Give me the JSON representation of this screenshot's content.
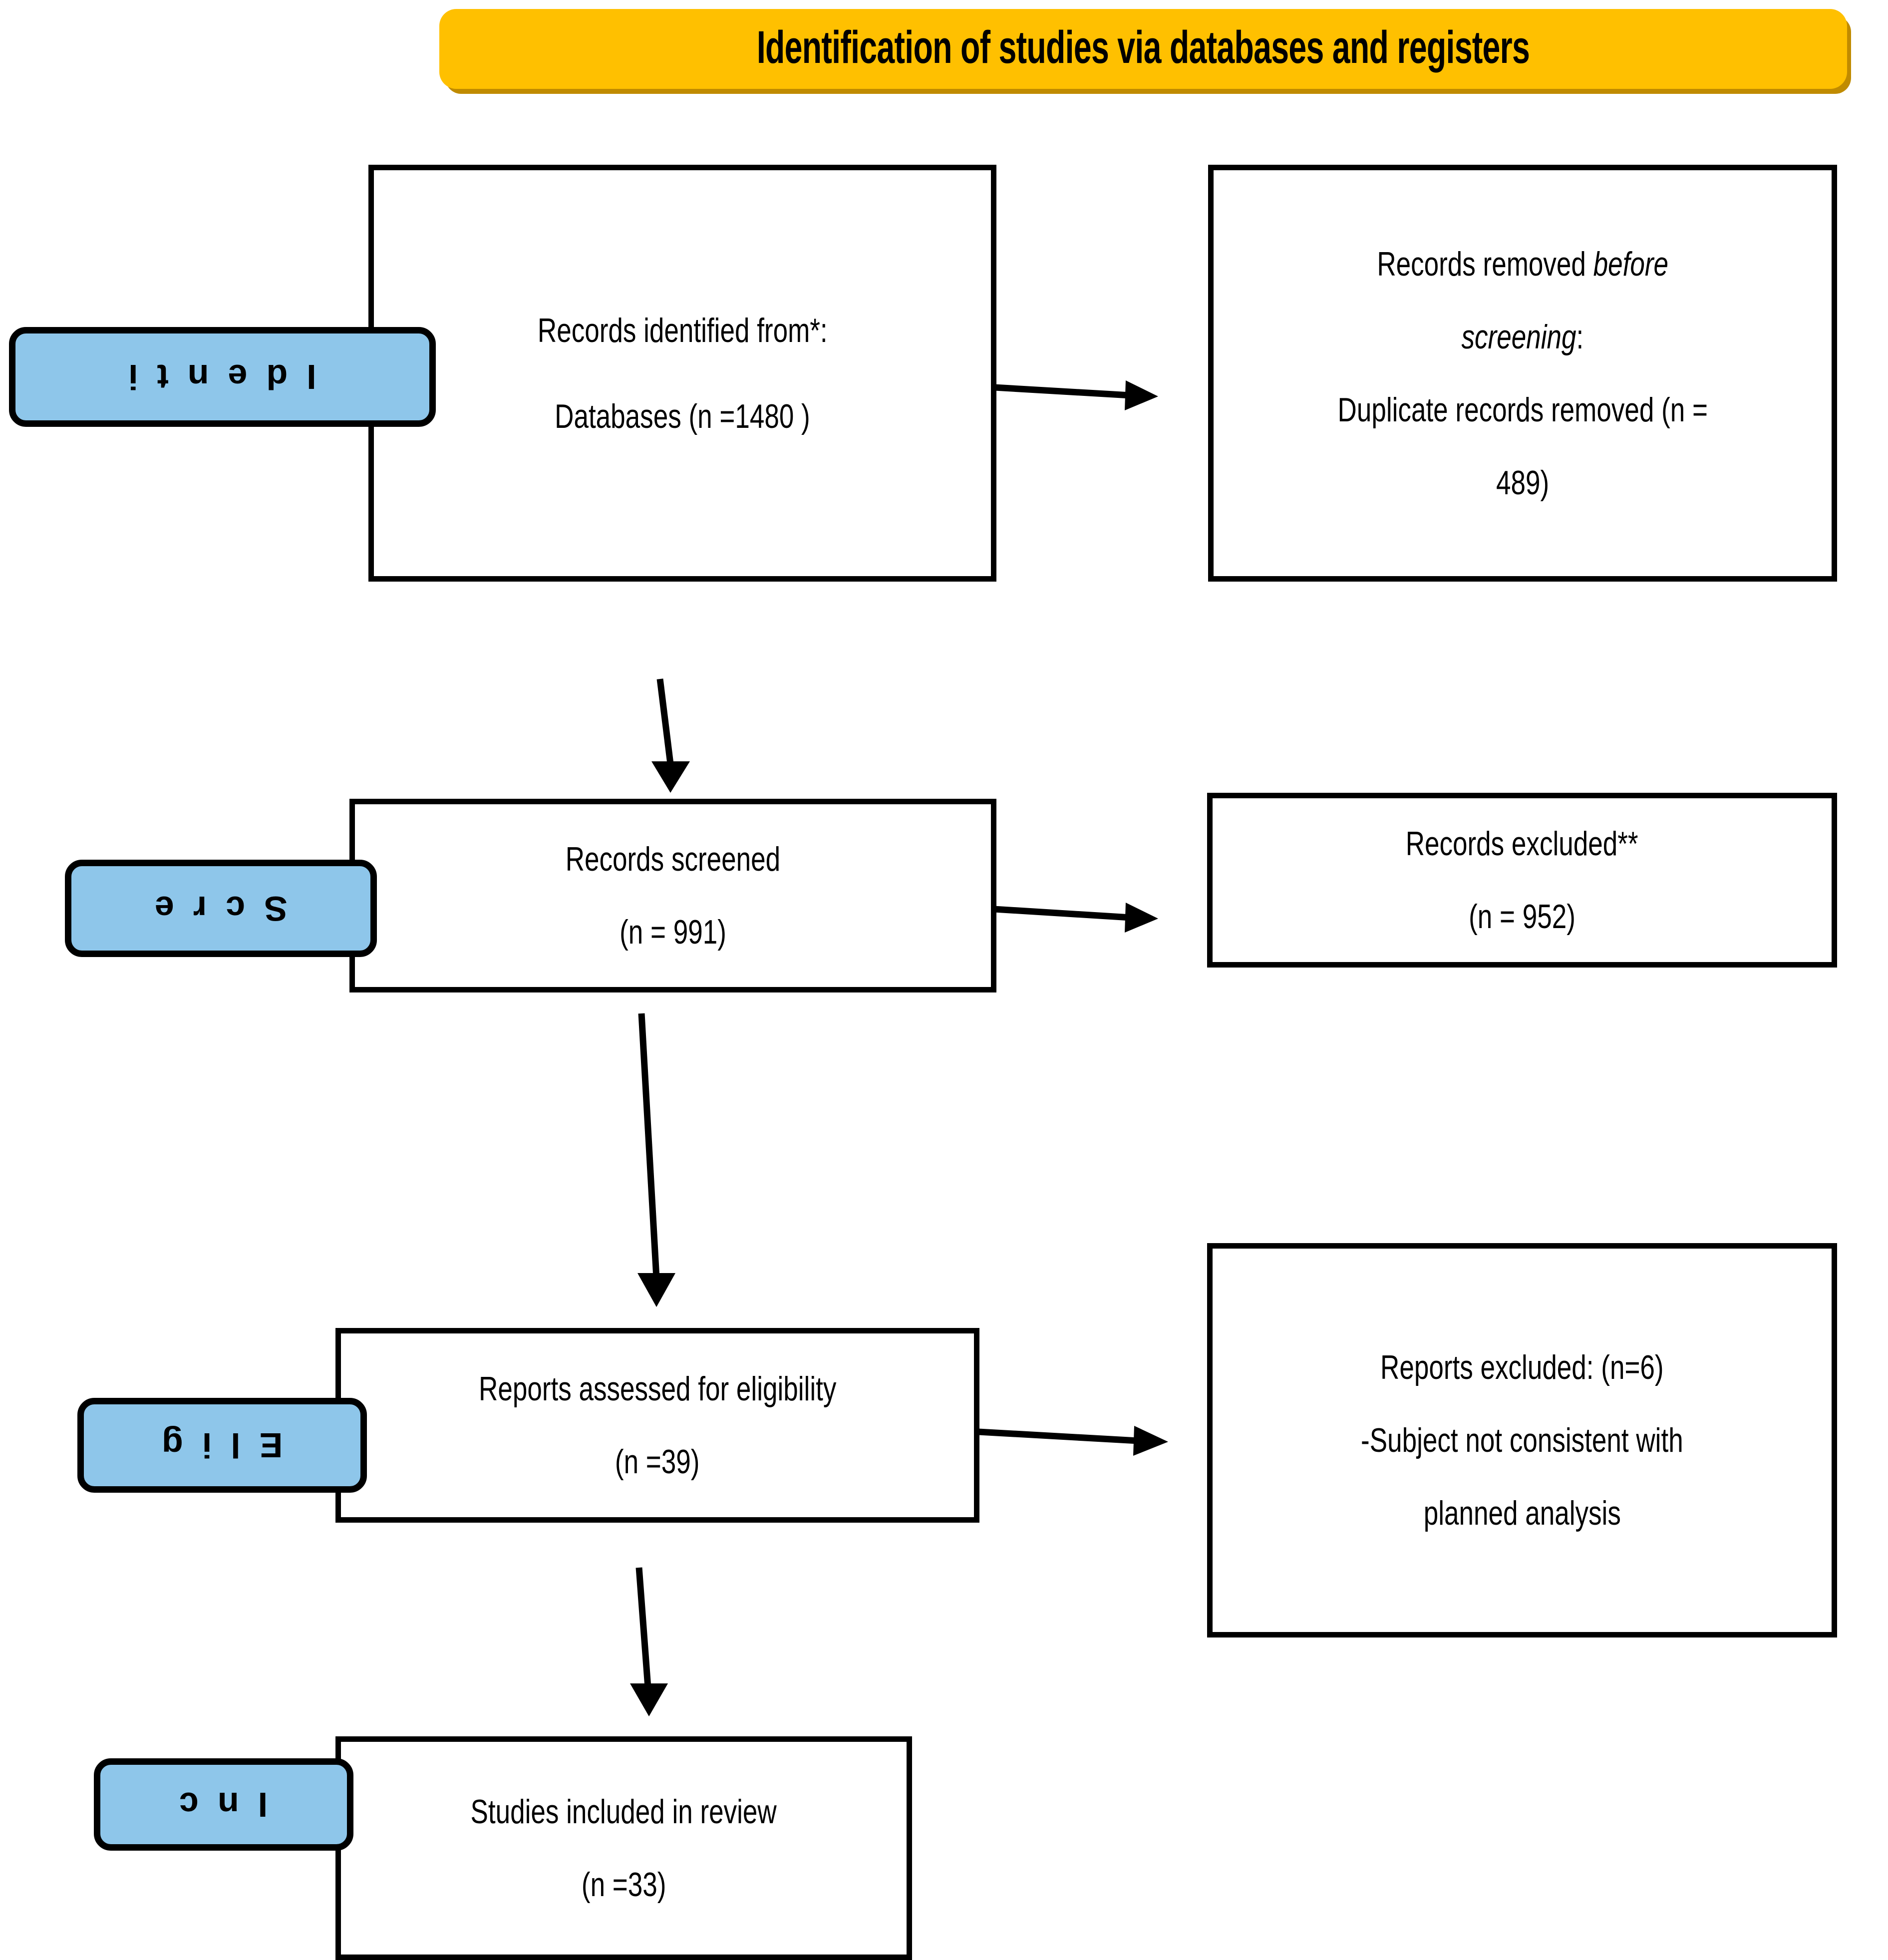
{
  "header": {
    "title": "Identification of studies via databases and registers",
    "background_color": "#FFC000",
    "shadow_color": "#C08B00"
  },
  "stages": [
    {
      "name": "identification",
      "label": "Identification",
      "visible_label": "Identi",
      "color": "#8EC6EA"
    },
    {
      "name": "screening",
      "label": "Screening",
      "visible_label": "Scre",
      "color": "#8EC6EA"
    },
    {
      "name": "eligibility",
      "label": "Eligibility",
      "visible_label": "Elig",
      "color": "#8EC6EA"
    },
    {
      "name": "included",
      "label": "Included",
      "visible_label": "Inc",
      "color": "#8EC6EA"
    }
  ],
  "boxes": {
    "records_identified": {
      "line1": "Records identified from*:",
      "line2": "Databases (n =1480 )"
    },
    "records_removed": {
      "line1a": "Records removed ",
      "line1b": "before",
      "line2a": "screening",
      "line2b": ":",
      "line3": "Duplicate records removed   (n =",
      "line4": "489)"
    },
    "records_screened": {
      "line1": "Records screened",
      "line2": "(n = 991)"
    },
    "records_excluded": {
      "line1": "Records excluded**",
      "line2": "(n = 952)"
    },
    "reports_assessed": {
      "line1": "Reports assessed for eligibility",
      "line2": "(n =39)"
    },
    "reports_excluded": {
      "line1": "Reports excluded: (n=6)",
      "line2": "-Subject not consistent with",
      "line3": "planned analysis"
    },
    "studies_included": {
      "line1": "Studies included in review",
      "line2": "(n =33)"
    }
  },
  "connectors": {
    "identified_to_removed": "arrow-right",
    "identified_to_screened": "arrow-down",
    "screened_to_excluded": "arrow-right",
    "screened_to_assessed": "arrow-down",
    "assessed_to_excluded": "arrow-right",
    "assessed_to_included": "arrow-down"
  }
}
